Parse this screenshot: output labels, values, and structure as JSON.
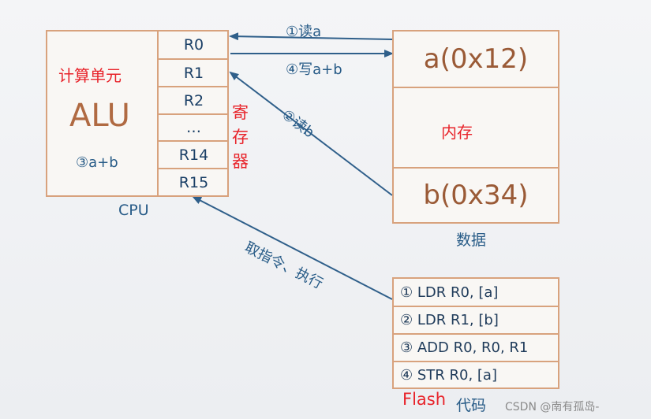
{
  "cpu": {
    "unit_label": "计算单元",
    "alu_label": "ALU",
    "op_label": "③a+b",
    "caption": "CPU",
    "registers": [
      "R0",
      "R1",
      "R2",
      "…",
      "R14",
      "R15"
    ],
    "register_group_label": [
      "寄",
      "存",
      "器"
    ]
  },
  "memory": {
    "cell_a": "a(0x12)",
    "label": "内存",
    "cell_b": "b(0x34)",
    "caption": "数据"
  },
  "flash": {
    "instructions": [
      "① LDR  R0, [a]",
      "② LDR  R1, [b]",
      "③ ADD R0, R0, R1",
      "④ STR R0, [a]"
    ],
    "label_red": "Flash",
    "label": "代码"
  },
  "arrows": {
    "read_a": "①读a",
    "write_ab": "④写a+b",
    "read_b": "②读b",
    "fetch": "取指令、执行"
  },
  "watermark": "CSDN @南有孤岛-",
  "colors": {
    "border": "#d8a27d",
    "arrow": "#2f5f8a",
    "accent_red": "#e8232a",
    "text_blue": "#275b87"
  }
}
